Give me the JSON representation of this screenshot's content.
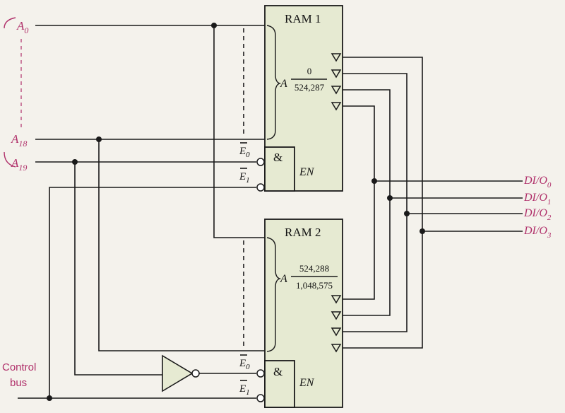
{
  "ram1": {
    "title": "RAM 1",
    "addr_letter": "A",
    "addr_low": "0",
    "addr_high": "524,287",
    "and_symbol": "&",
    "en_label": "EN",
    "e0_base": "E",
    "e0_sub": "0",
    "e1_base": "E",
    "e1_sub": "1"
  },
  "ram2": {
    "title": "RAM 2",
    "addr_letter": "A",
    "addr_low": "524,288",
    "addr_high": "1,048,575",
    "and_symbol": "&",
    "en_label": "EN",
    "e0_base": "E",
    "e0_sub": "0",
    "e1_base": "E",
    "e1_sub": "1"
  },
  "address_inputs": [
    {
      "base": "A",
      "sub": "0"
    },
    {
      "base": "A",
      "sub": "18"
    },
    {
      "base": "A",
      "sub": "19"
    }
  ],
  "data_lines": [
    {
      "base": "DI/O",
      "sub": "0"
    },
    {
      "base": "DI/O",
      "sub": "1"
    },
    {
      "base": "DI/O",
      "sub": "2"
    },
    {
      "base": "DI/O",
      "sub": "3"
    }
  ],
  "control_bus": {
    "line1": "Control",
    "line2": "bus"
  },
  "colors": {
    "chip_fill": "#e6ead2",
    "label_accent": "#b0306a",
    "wire": "#1a1a1a"
  }
}
